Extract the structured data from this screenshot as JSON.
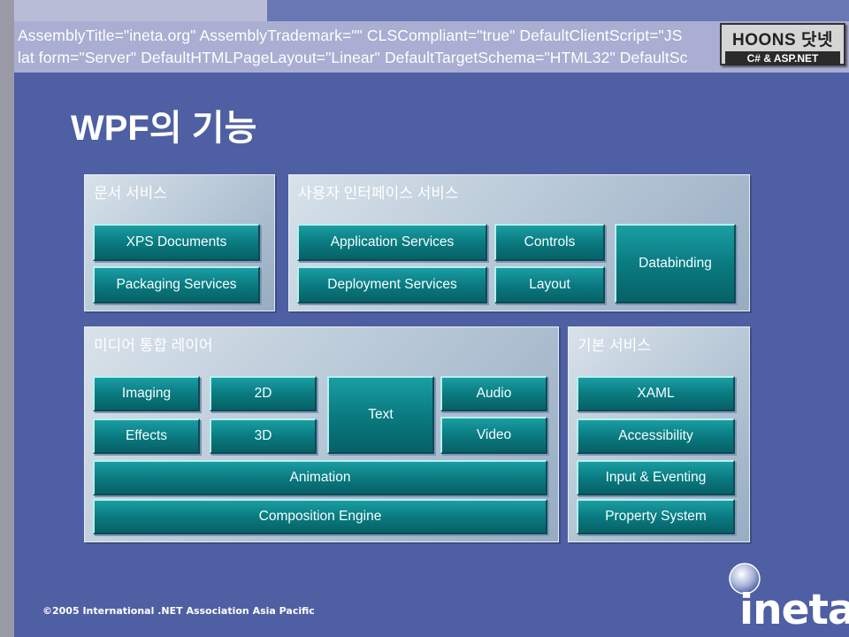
{
  "header": {
    "code_line_1": "AssemblyTitle=\"ineta.org\" AssemblyTrademark=\"\" CLSCompliant=\"true\" DefaultClientScript=\"JS",
    "code_line_2": "lat form=\"Server\" DefaultHTMLPageLayout=\"Linear\" DefaultTargetSchema=\"HTML32\" DefaultSc",
    "logo_line_1": "HOONS 닷넷",
    "logo_line_2": "C# & ASP.NET"
  },
  "title": "WPF의 기능",
  "panels": {
    "document": {
      "title": "문서 서비스",
      "items": [
        "XPS Documents",
        "Packaging Services"
      ]
    },
    "ui": {
      "title": "사용자 인터페이스 서비스",
      "items": [
        "Application Services",
        "Deployment Services",
        "Controls",
        "Layout",
        "Databinding"
      ]
    },
    "media": {
      "title": "미디어 통합 레이어",
      "items": [
        "Imaging",
        "Effects",
        "2D",
        "3D",
        "Text",
        "Audio",
        "Video",
        "Animation",
        "Composition Engine"
      ]
    },
    "base": {
      "title": "기본 서비스",
      "items": [
        "XAML",
        "Accessibility",
        "Input & Eventing",
        "Property System"
      ]
    }
  },
  "footer": {
    "copyright": "©2005 International .NET Association Asia Pacific",
    "brand": "ineta"
  },
  "colors": {
    "background": "#4f5fa3",
    "box_teal": "#0a7b81",
    "panel": "#c4d2de"
  }
}
